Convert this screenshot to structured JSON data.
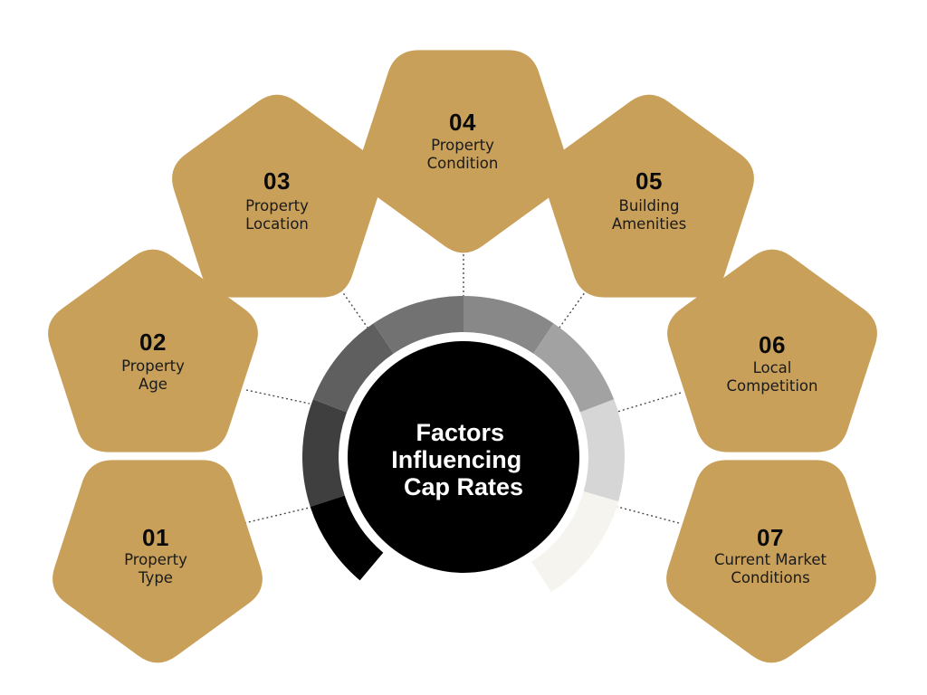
{
  "title_lines": [
    "Factors",
    "Influencing",
    "Cap Rates"
  ],
  "colors": {
    "pentagon": "#c9a05a",
    "center": "#000000",
    "ring_segments": [
      "#3f3f3f",
      "#5f5f5f",
      "#727272",
      "#888888",
      "#a2a2a2",
      "#d6d6d6",
      "#f6f4ee"
    ]
  },
  "factors": [
    {
      "number": "01",
      "label_lines": [
        "Property",
        "Type"
      ]
    },
    {
      "number": "02",
      "label_lines": [
        "Property",
        "Age"
      ]
    },
    {
      "number": "03",
      "label_lines": [
        "Property",
        "Location"
      ]
    },
    {
      "number": "04",
      "label_lines": [
        "Property",
        "Condition"
      ]
    },
    {
      "number": "05",
      "label_lines": [
        "Building",
        "Amenities"
      ]
    },
    {
      "number": "06",
      "label_lines": [
        "Local",
        "Competition"
      ]
    },
    {
      "number": "07",
      "label_lines": [
        "Current Market",
        "Conditions"
      ]
    }
  ]
}
